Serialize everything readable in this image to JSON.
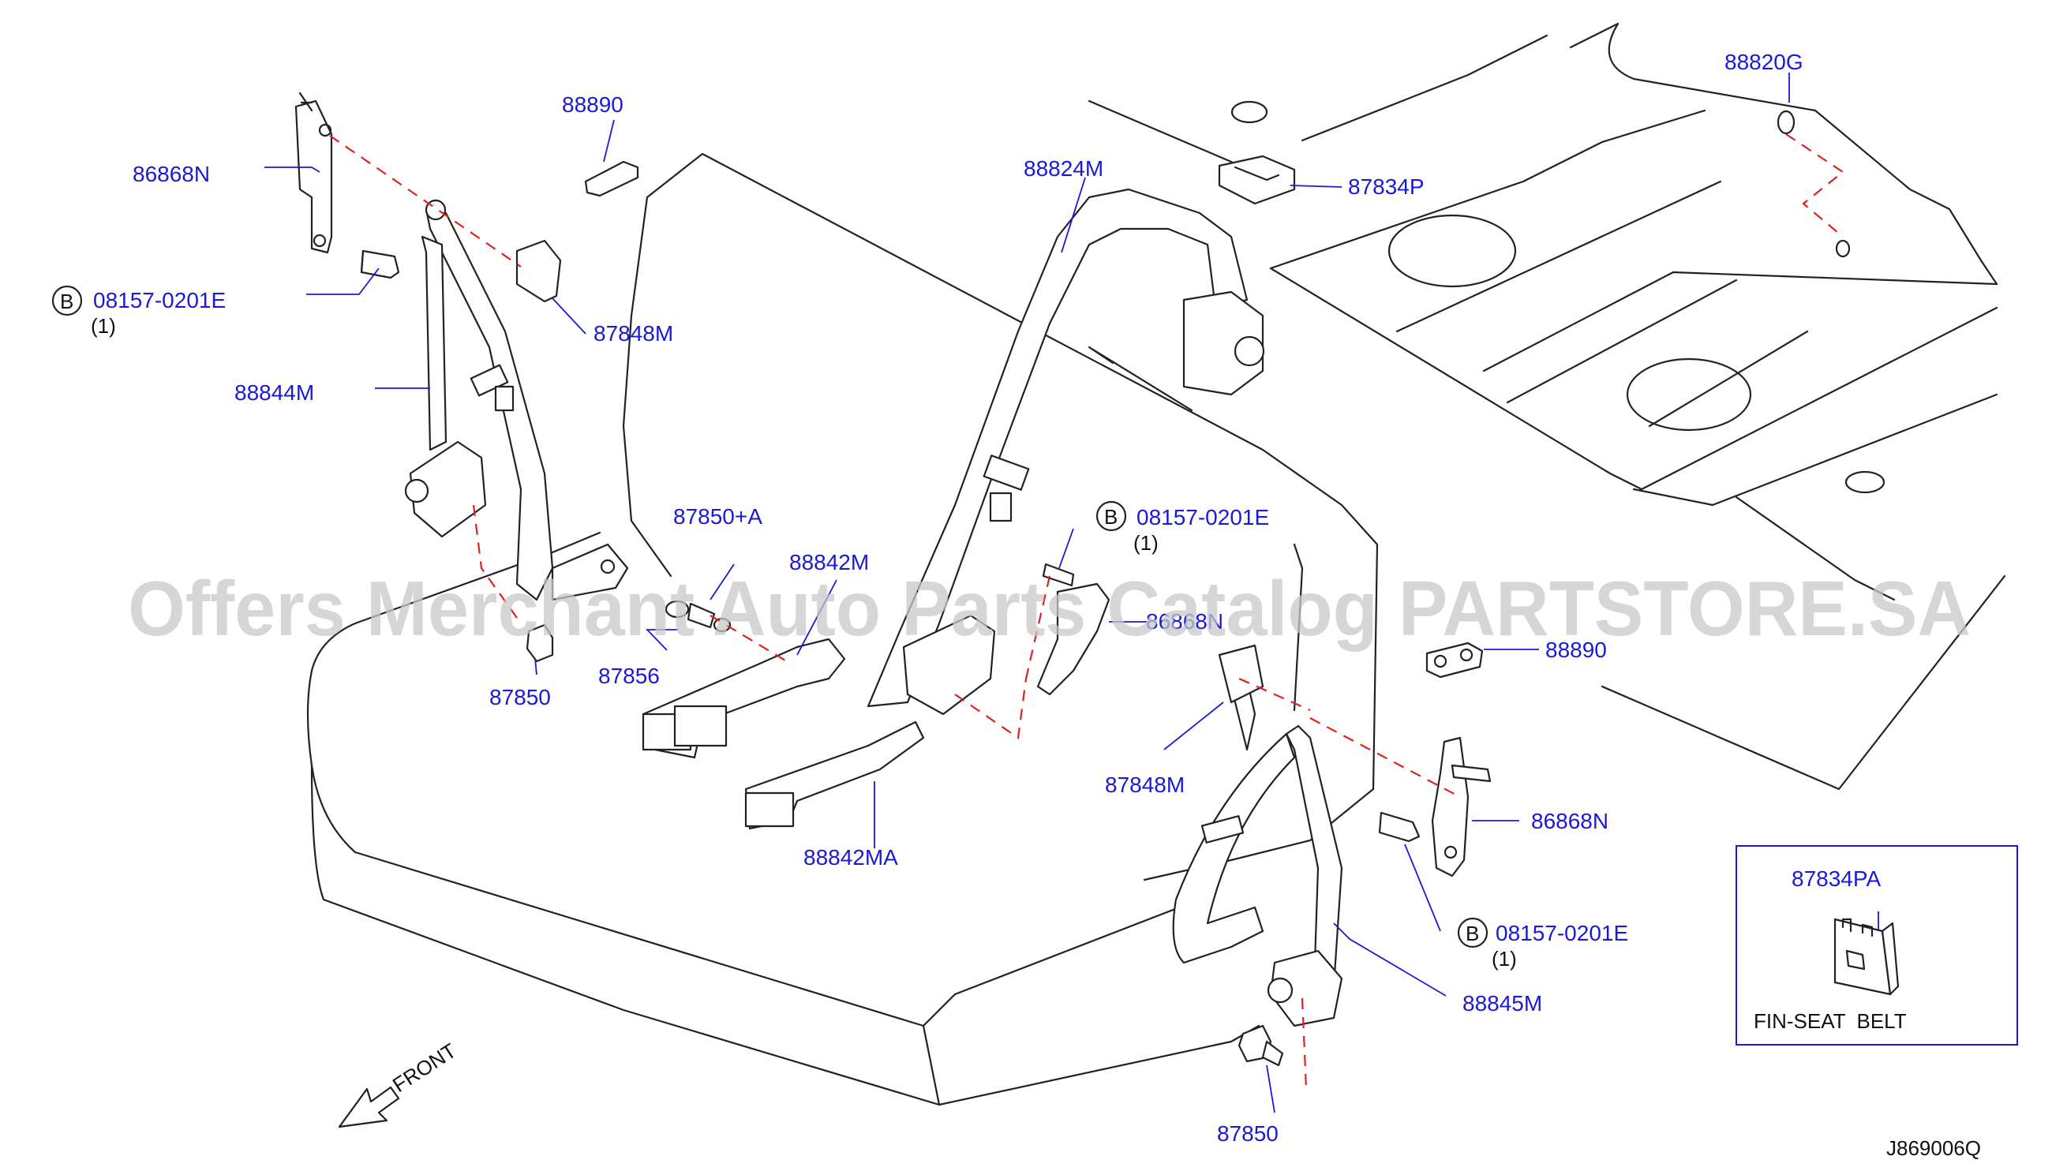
{
  "diagram_code": "J869006Q",
  "watermark": "Offers Merchant Auto Parts Catalog PARTSTORE.SA",
  "front_label": "FRONT",
  "inset": {
    "part": "87834PA",
    "caption": "FIN-SEAT  BELT"
  },
  "parts": {
    "p88890_top": "88890",
    "p86868N_left": "86868N",
    "p08157_left_num": "08157-0201E",
    "p08157_left_qty": "(1)",
    "p87848M_left": "87848M",
    "p88844M": "88844M",
    "p87850_left": "87850",
    "p87856": "87856",
    "p87850A": "87850+A",
    "p88842M": "88842M",
    "p88842MA": "88842MA",
    "p88824M": "88824M",
    "p87834P": "87834P",
    "p88820G": "88820G",
    "p08157_center_num": "08157-0201E",
    "p08157_center_qty": "(1)",
    "p86868N_center": "86868N",
    "p88890_right": "88890",
    "p87848M_right": "87848M",
    "p86868N_right": "86868N",
    "p08157_right_num": "08157-0201E",
    "p08157_right_qty": "(1)",
    "p88845M": "88845M",
    "p87850_right": "87850"
  },
  "bolt_marker": "B",
  "icons": [
    "front-arrow-icon",
    "bolt-marker-icon"
  ]
}
